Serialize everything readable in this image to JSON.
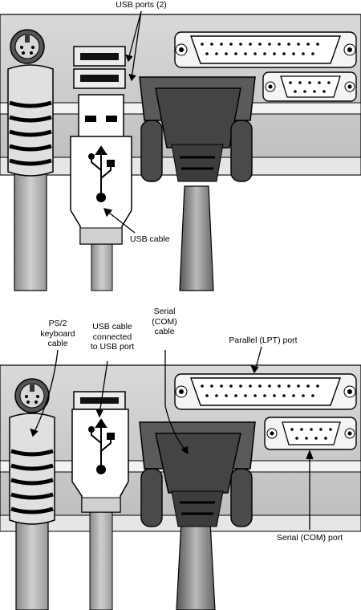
{
  "labels": {
    "usb_ports": "USB ports (2)",
    "usb_cable": "USB cable",
    "ps2_keyboard_cable": [
      "PS/2",
      "keyboard",
      "cable"
    ],
    "usb_cable_connected": [
      "USB cable",
      "connected",
      "to USB port"
    ],
    "serial_com_cable": [
      "Serial",
      "(COM)",
      "cable"
    ],
    "parallel_lpt_port": "Parallel (LPT) port",
    "serial_com_port": "Serial (COM) port"
  }
}
